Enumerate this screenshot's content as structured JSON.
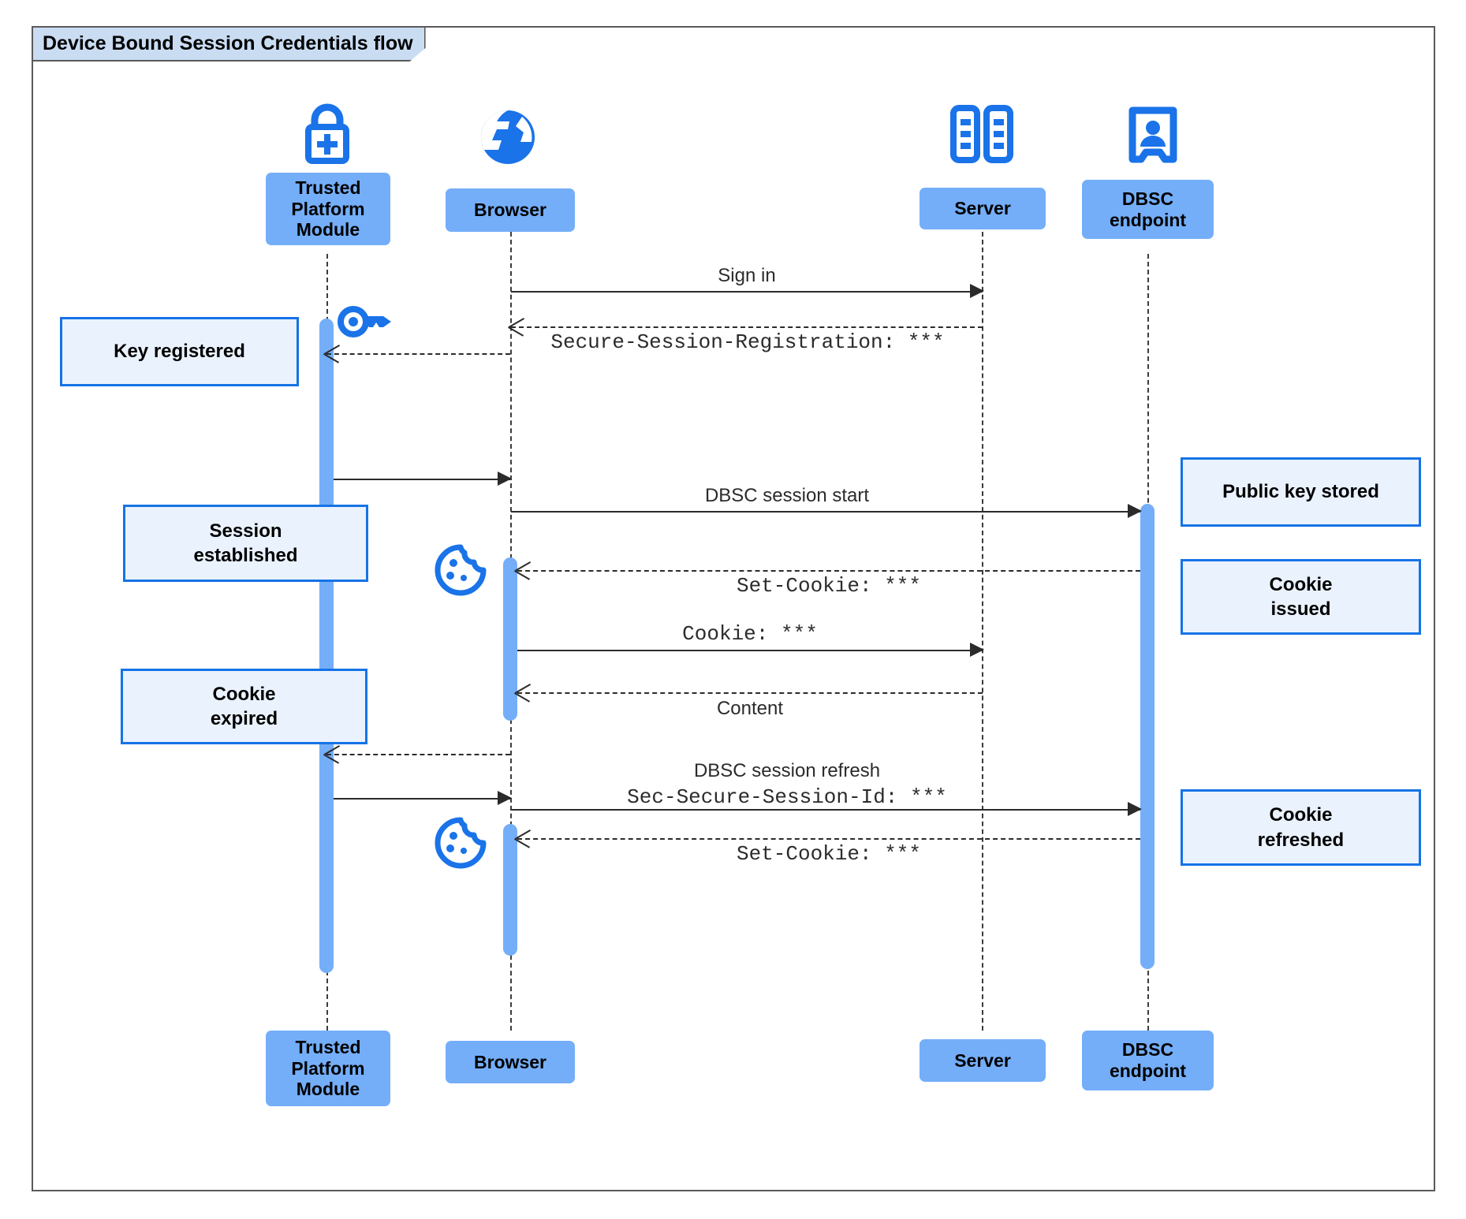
{
  "diagram": {
    "title": "Device Bound Session Credentials flow",
    "type": "uml-sequence",
    "colors": {
      "participant_fill": "#74aef8",
      "note_fill": "#eaf2fe",
      "note_border": "#1573e6",
      "activation_fill": "#74aef8",
      "icon_blue": "#1a73e8",
      "frame_border": "#5a5a5a",
      "frame_tab_fill": "#c9dcf2",
      "line": "#2b2b2b"
    }
  },
  "participants": [
    {
      "id": "tpm",
      "label": "Trusted\nPlatform\nModule",
      "icon": "lock-plus-icon"
    },
    {
      "id": "browser",
      "label": "Browser",
      "icon": "globe-icon"
    },
    {
      "id": "server",
      "label": "Server",
      "icon": "server-rack-icon"
    },
    {
      "id": "dbsc",
      "label": "DBSC\nendpoint",
      "icon": "id-badge-icon"
    }
  ],
  "messages": [
    {
      "id": "m1",
      "from": "browser",
      "to": "server",
      "style": "solid",
      "label_sans": "Sign in",
      "label_mono": ""
    },
    {
      "id": "m2",
      "from": "server",
      "to": "browser",
      "style": "dashed",
      "label_sans": "",
      "label_mono": "Secure-Session-Registration: ***"
    },
    {
      "id": "m3",
      "from": "browser",
      "to": "tpm",
      "style": "dashed",
      "label_sans": "",
      "label_mono": ""
    },
    {
      "id": "m4",
      "from": "tpm",
      "to": "browser",
      "style": "solid",
      "label_sans": "",
      "label_mono": ""
    },
    {
      "id": "m5",
      "from": "browser",
      "to": "dbsc",
      "style": "solid",
      "label_sans": "DBSC session start",
      "label_mono": ""
    },
    {
      "id": "m6",
      "from": "dbsc",
      "to": "browser",
      "style": "dashed",
      "label_sans": "",
      "label_mono": "Set-Cookie: ***"
    },
    {
      "id": "m7",
      "from": "browser",
      "to": "server",
      "style": "solid",
      "label_sans": "",
      "label_mono": "Cookie: ***"
    },
    {
      "id": "m8",
      "from": "server",
      "to": "browser",
      "style": "dashed",
      "label_sans": "Content",
      "label_mono": ""
    },
    {
      "id": "m9",
      "from": "browser",
      "to": "tpm",
      "style": "dashed",
      "label_sans": "",
      "label_mono": ""
    },
    {
      "id": "m10",
      "from": "tpm",
      "to": "browser",
      "style": "solid",
      "label_sans": "",
      "label_mono": ""
    },
    {
      "id": "m11",
      "from": "browser",
      "to": "dbsc",
      "style": "solid",
      "label_sans": "DBSC session refresh",
      "label_mono": "Sec-Secure-Session-Id: ***"
    },
    {
      "id": "m12",
      "from": "dbsc",
      "to": "browser",
      "style": "dashed",
      "label_sans": "",
      "label_mono": "Set-Cookie: ***"
    }
  ],
  "notes": [
    {
      "id": "n1",
      "text": "Key registered",
      "side": "left"
    },
    {
      "id": "n2",
      "text": "Session\nestablished",
      "side": "left"
    },
    {
      "id": "n3",
      "text": "Cookie\nexpired",
      "side": "left"
    },
    {
      "id": "n4",
      "text": "Public key stored",
      "side": "right"
    },
    {
      "id": "n5",
      "text": "Cookie\nissued",
      "side": "right"
    },
    {
      "id": "n6",
      "text": "Cookie\nrefreshed",
      "side": "right"
    }
  ],
  "inline_icons": [
    {
      "id": "i1",
      "name": "key-icon",
      "near": "tpm"
    },
    {
      "id": "i2",
      "name": "cookie-icon",
      "near": "browser"
    },
    {
      "id": "i3",
      "name": "cookie-icon",
      "near": "browser"
    }
  ]
}
